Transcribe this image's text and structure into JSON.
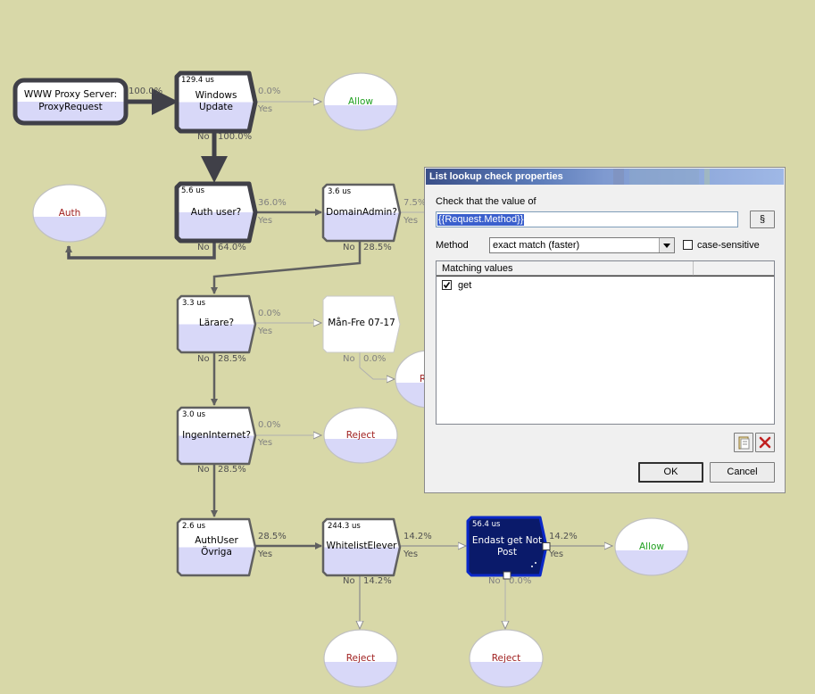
{
  "flow": {
    "nodes": {
      "proxy": {
        "line1": "WWW Proxy Server:",
        "line2": "ProxyRequest"
      },
      "windows": {
        "timing": "129.4 us",
        "line1": "Windows",
        "line2": "Update"
      },
      "allow1": {
        "label": "Allow"
      },
      "auth_user": {
        "timing": "5.6 us",
        "label": "Auth user?"
      },
      "auth": {
        "label": "Auth"
      },
      "domain_admin": {
        "timing": "3.6 us",
        "label": "DomainAdmin?"
      },
      "larare": {
        "timing": "3.3 us",
        "label": "Lärare?"
      },
      "man_fre": {
        "label": "Mån-Fre 07-17"
      },
      "reject_partial": {
        "label": "R"
      },
      "ingen": {
        "timing": "3.0 us",
        "label": "IngenInternet?"
      },
      "reject1": {
        "label": "Reject"
      },
      "authuser_ovriga": {
        "timing": "2.6 us",
        "line1": "AuthUser",
        "line2": "Övriga"
      },
      "whitelist": {
        "timing": "244.3 us",
        "label": "WhitelistElever"
      },
      "endast": {
        "timing": "56.4 us",
        "line1": "Endast get Not",
        "line2": "Post"
      },
      "allow2": {
        "label": "Allow"
      },
      "reject2": {
        "label": "Reject"
      },
      "reject3": {
        "label": "Reject"
      }
    },
    "edges": {
      "proxy_windows": "100.0%",
      "windows_yes_pct": "0.0%",
      "windows_no_pct": "100.0%",
      "auth_yes_pct": "36.0%",
      "auth_no_pct": "64.0%",
      "domain_yes_pct": "7.5%",
      "domain_no_pct": "28.5%",
      "larare_yes_pct": "0.0%",
      "larare_no_pct": "28.5%",
      "manfre_no_pct": "0.0%",
      "ingen_yes_pct": "0.0%",
      "ingen_no_pct": "28.5%",
      "ovriga_yes_pct": "28.5%",
      "whitelist_yes_pct": "14.2%",
      "whitelist_no_pct": "14.2%",
      "endast_yes_pct": "14.2%",
      "endast_no_pct": "0.0%",
      "yes": "Yes",
      "no": "No"
    }
  },
  "dialog": {
    "title": "List lookup check properties",
    "check_label": "Check that the value of",
    "check_value": "{{Request.Method}}",
    "section_button": "§",
    "method_label": "Method",
    "method_value": "exact match (faster)",
    "case_sensitive_label": "case-sensitive",
    "case_sensitive_checked": false,
    "list_header": "Matching values",
    "values": [
      {
        "checked": true,
        "text": "get"
      }
    ],
    "ok_label": "OK",
    "cancel_label": "Cancel",
    "colors": {
      "title_start": "#3a4f88",
      "title_end": "#9fb8e6",
      "selection": "#3a5fcd"
    }
  },
  "colors": {
    "background": "#d8d8a8",
    "node_fill_top": "#ffffff",
    "node_fill_bottom": "#d8d8f8",
    "selected_node": "#0a1a6a",
    "allow_text": "#20a020",
    "reject_text": "#a02020"
  }
}
